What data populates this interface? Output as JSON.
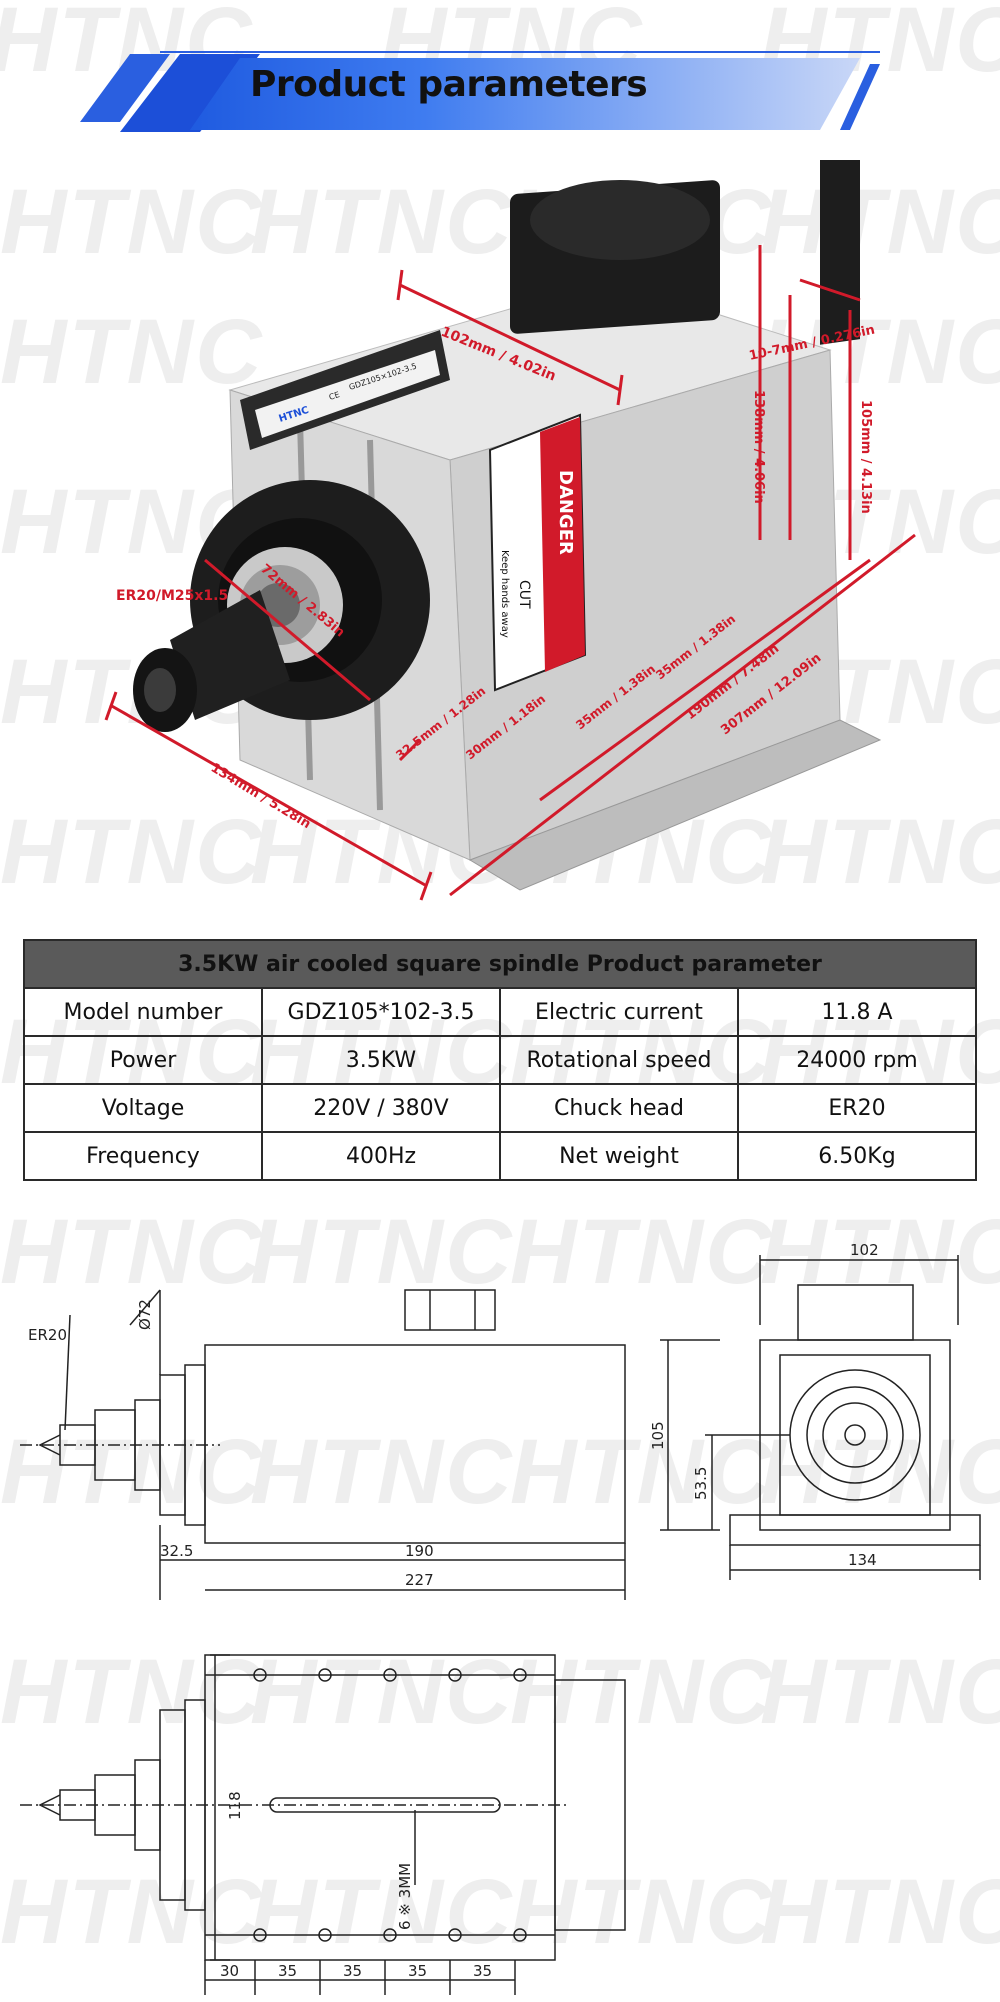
{
  "watermark": "HTNC",
  "banner": {
    "title": "Product parameters"
  },
  "photo": {
    "nameplate": {
      "brand": "HTNC",
      "model_text": "GDZ105×102-3.5",
      "ce_mark": "CE",
      "warning": {
        "title": "DANGER",
        "subtitle": "CUT",
        "caption": "Keep hands away"
      }
    },
    "dimensions": {
      "top_length": "102mm / 4.02in",
      "notch": "10-7mm / 0.276in",
      "height_outer": "138mm / 4.06in",
      "height": "105mm / 4.13in",
      "nose_diameter": "72mm / 2.83in",
      "chuck": "ER20/M25x1.5",
      "nose_length": "32.5mm / 1.28in",
      "hole_offset": "30mm / 1.18in",
      "hole_pitch_1": "35mm / 1.38in",
      "hole_pitch_2": "35mm / 1.38in",
      "base_length": "190mm / 7.48in",
      "total_length": "307mm / 12.09in",
      "base_width": "134mm / 5.28in"
    }
  },
  "spec_table": {
    "title": "3.5KW air cooled square spindle Product parameter",
    "rows": [
      [
        "Model number",
        "GDZ105*102-3.5",
        "Electric current",
        "11.8 A"
      ],
      [
        "Power",
        "3.5KW",
        "Rotational speed",
        "24000 rpm"
      ],
      [
        "Voltage",
        "220V / 380V",
        "Chuck head",
        "ER20"
      ],
      [
        "Frequency",
        "400Hz",
        "Net weight",
        "6.50Kg"
      ]
    ]
  },
  "drawings": {
    "side": {
      "chuck_label": "ER20",
      "diameter": "Ø72",
      "nose": "32.5",
      "body": "190",
      "total": "227"
    },
    "front": {
      "width": "102",
      "height": "105",
      "center": "53.5",
      "base": "134"
    },
    "bottom": {
      "height": "118",
      "slot": "6 ※ 3MM",
      "spacing": [
        "30",
        "35",
        "35",
        "35",
        "35"
      ]
    }
  }
}
